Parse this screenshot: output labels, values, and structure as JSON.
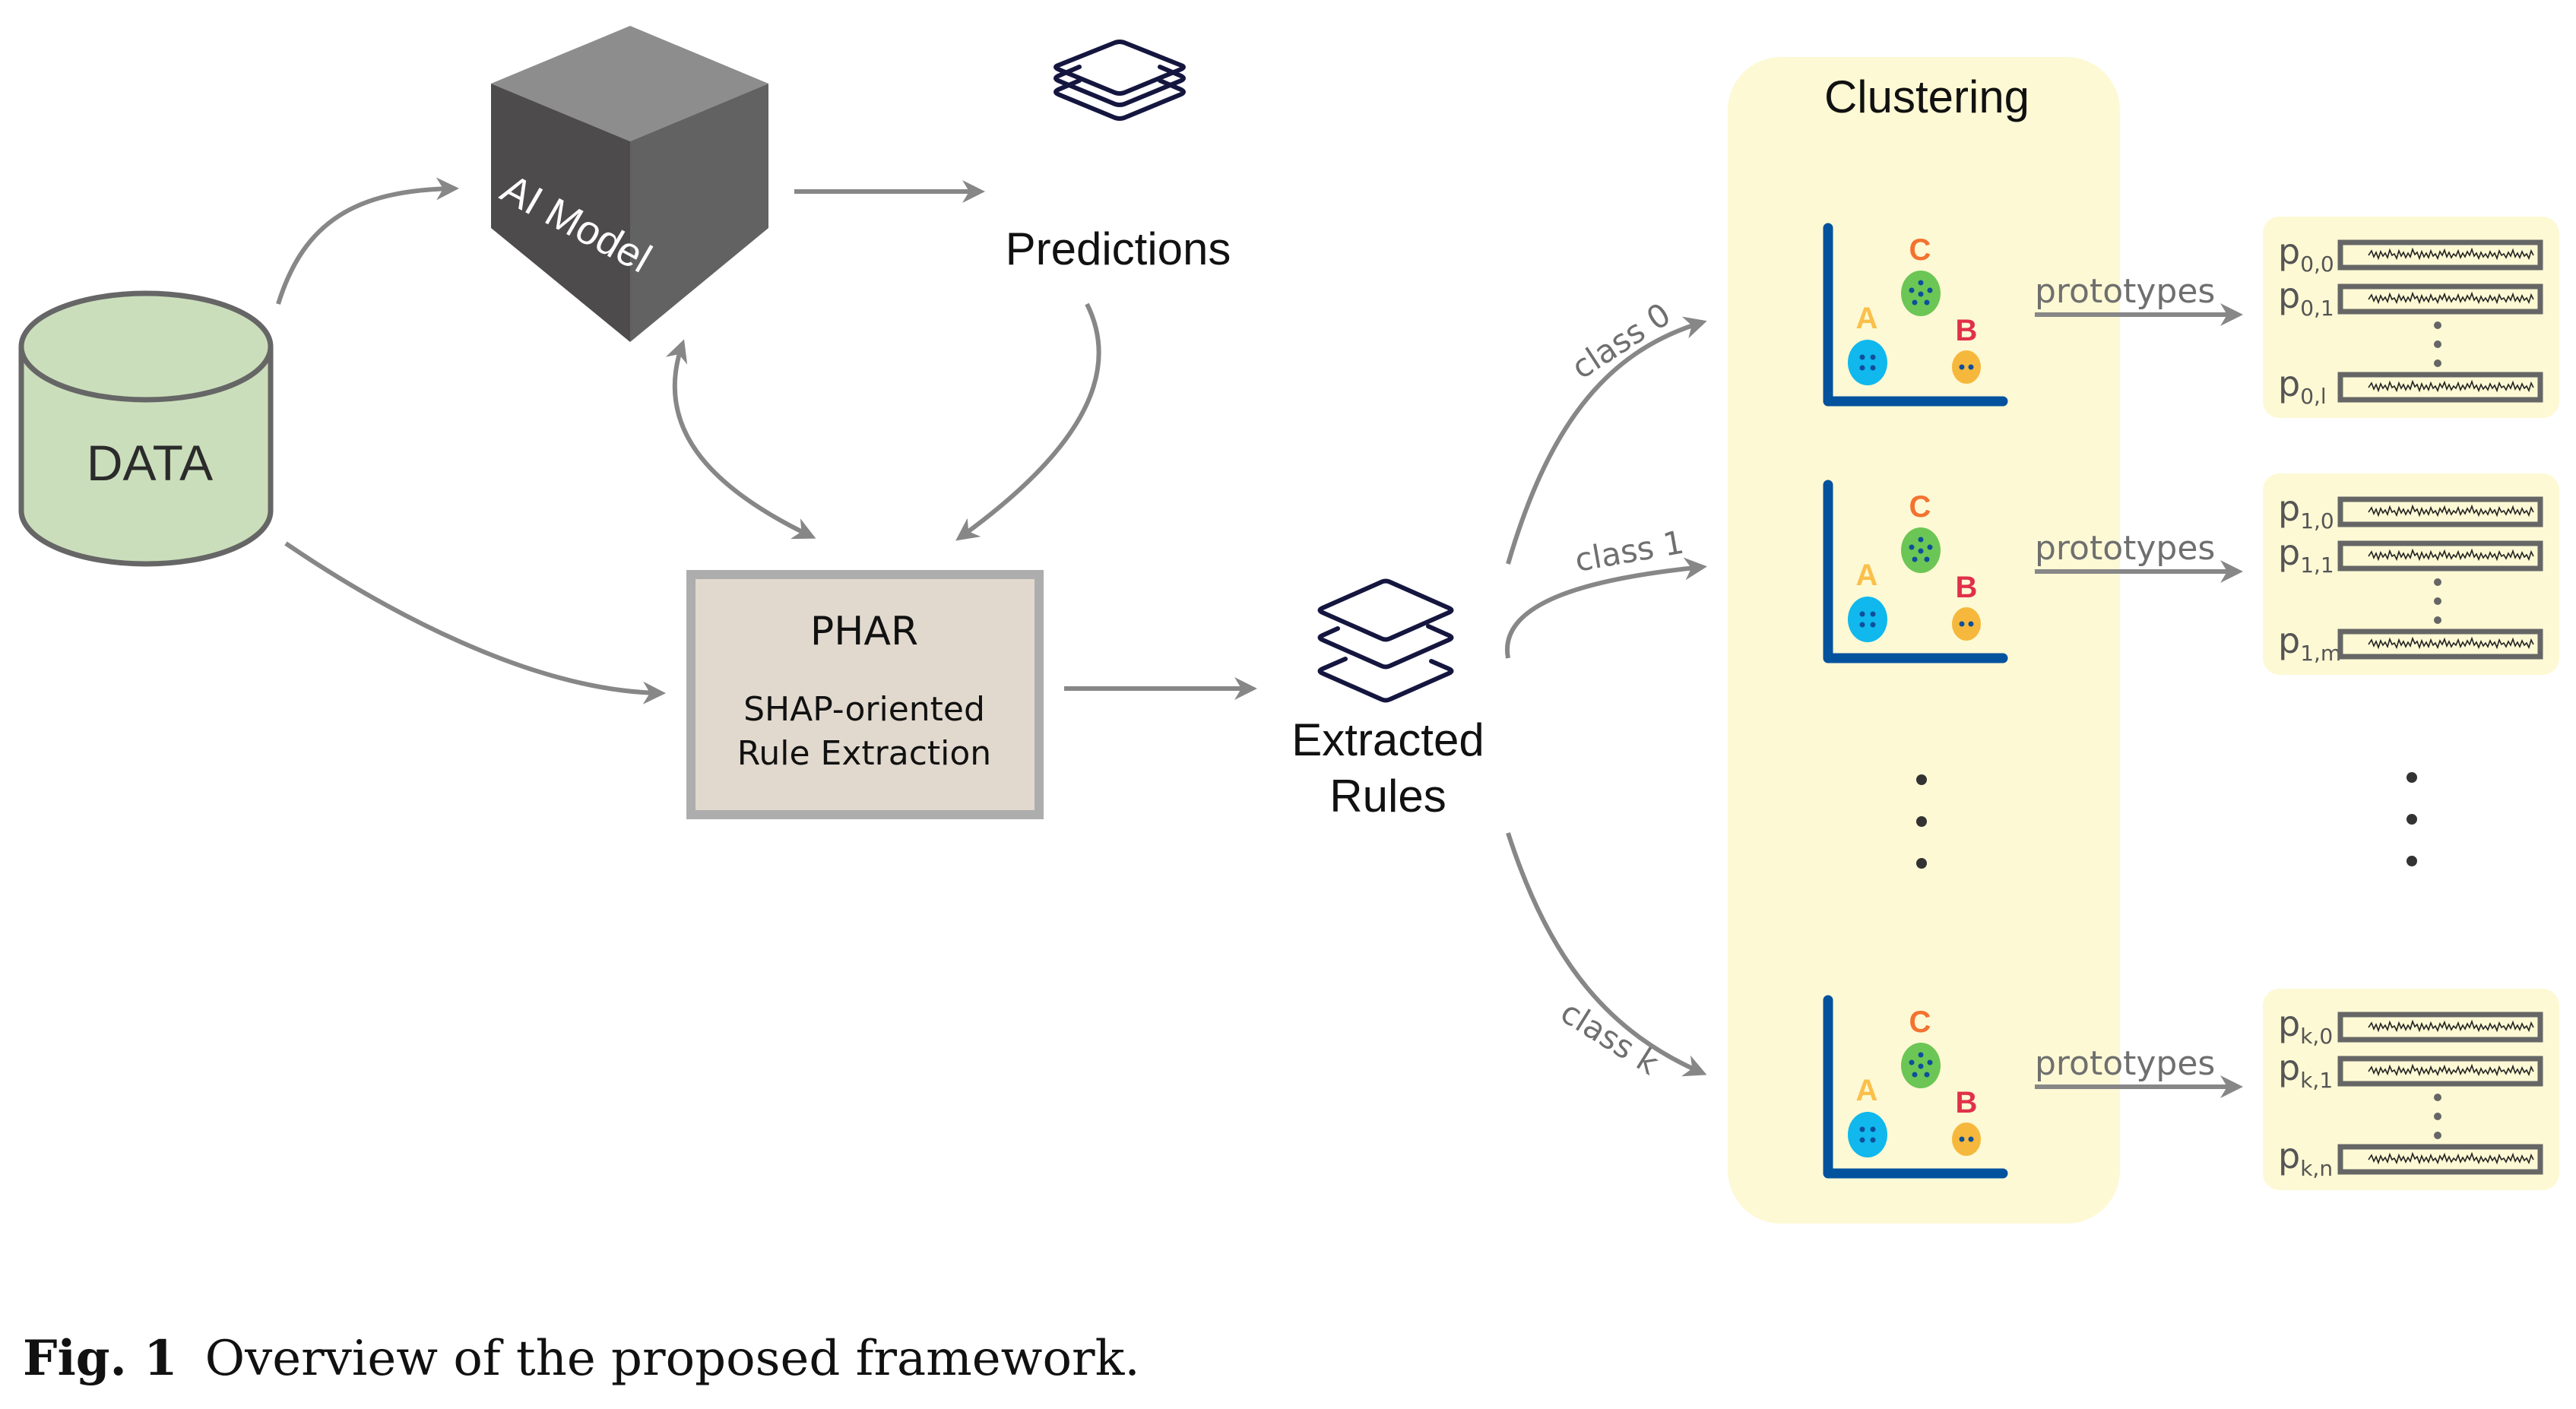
{
  "figure": {
    "caption_label": "Fig. 1",
    "caption_text": "Overview of the proposed framework."
  },
  "nodes": {
    "data": {
      "label": "DATA",
      "fill": "#cadebb"
    },
    "ai_model": {
      "label": "AI Model"
    },
    "predictions": {
      "label": "Predictions"
    },
    "phar": {
      "title": "PHAR",
      "line1": "SHAP-oriented",
      "line2": "Rule Extraction",
      "fill": "#e1d9ce"
    },
    "extracted_rules": {
      "line1": "Extracted",
      "line2": "Rules"
    },
    "clustering": {
      "title": "Clustering",
      "fill": "#fdf9d4"
    }
  },
  "edges": {
    "class_0": "class 0",
    "class_1": "class 1",
    "class_k": "class k",
    "prototypes": "prototypes"
  },
  "cluster_labels": {
    "a": "A",
    "b": "B",
    "c": "C"
  },
  "cluster_colors": {
    "a": "#10b8ee",
    "b": "#f6b83c",
    "c": "#6cc655",
    "axis": "#03529e",
    "label_a": "#fbbf4a",
    "label_b": "#e0304a",
    "label_c": "#f47230"
  },
  "prototype_groups": [
    {
      "rows": [
        {
          "p": "p",
          "sub": "0,0"
        },
        {
          "p": "p",
          "sub": "0,1"
        },
        {
          "p": "p",
          "sub": "0,l"
        }
      ]
    },
    {
      "rows": [
        {
          "p": "p",
          "sub": "1,0"
        },
        {
          "p": "p",
          "sub": "1,1"
        },
        {
          "p": "p",
          "sub": "1,m"
        }
      ]
    },
    {
      "rows": [
        {
          "p": "p",
          "sub": "k,0"
        },
        {
          "p": "p",
          "sub": "k,1"
        },
        {
          "p": "p",
          "sub": "k,n"
        }
      ]
    }
  ]
}
